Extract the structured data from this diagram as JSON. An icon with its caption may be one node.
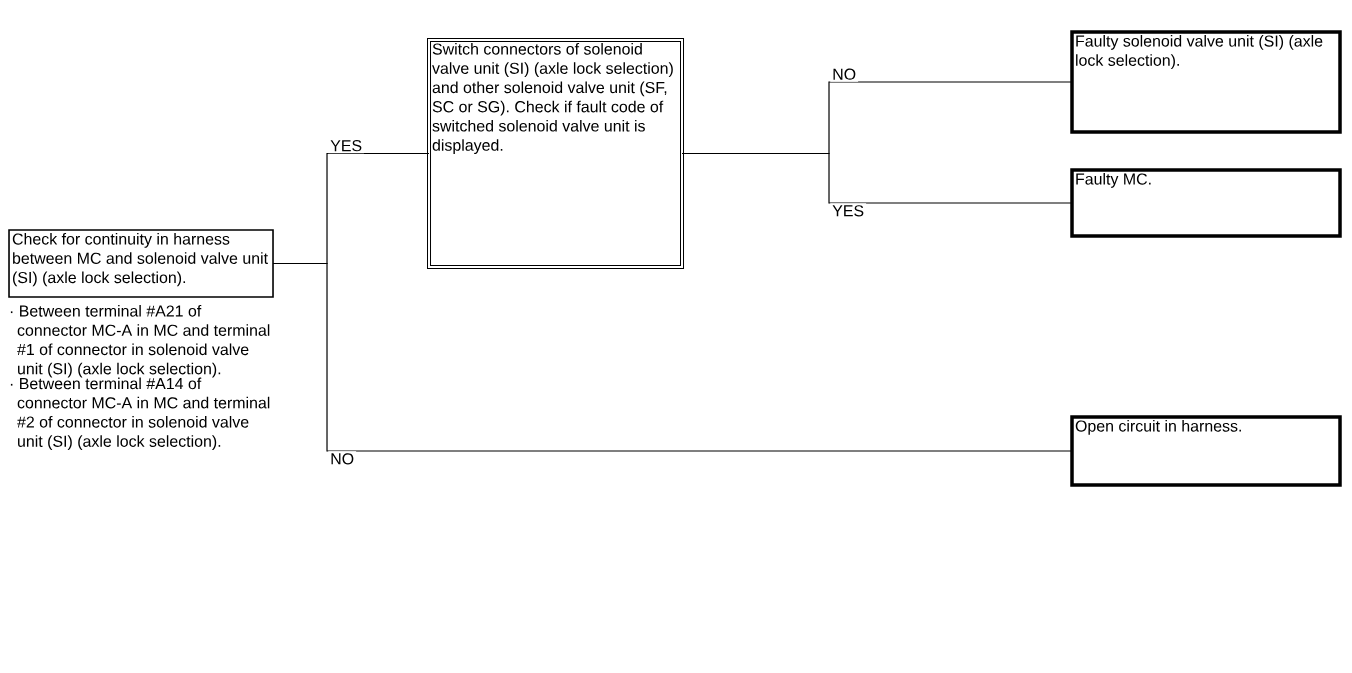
{
  "diagram": {
    "nodes": [
      {
        "text": [
          "Check for continuity in harness between MC and solenoid valve unit (SI) (axle lock selection)."
        ],
        "beside": [
          "· Between terminal #A21 of connector MC-A in MC and terminal #1 of connector in solenoid valve unit (SI) (axle lock selection).",
          "· Between terminal #A14 of connector MC-A in MC and terminal #2 of connector in solenoid valve unit (SI) (axle lock selection)."
        ]
      },
      {
        "text": [
          "Switch connectors of solenoid valve unit (SI) (axle lock selection) and other solenoid valve unit (SF, SC or SG). Check if fault code of switched solenoid valve unit is displayed."
        ]
      },
      {
        "text": [
          "Faulty solenoid valve unit (SI) (axle lock selection)."
        ]
      },
      {
        "text": [
          "Faulty MC."
        ]
      },
      {
        "text": [
          "Open circuit in harness."
        ]
      }
    ],
    "edges": [
      {
        "from": 0,
        "to": 1,
        "arrow": "none",
        "label": "YES"
      },
      {
        "from": 0,
        "to": 4,
        "arrow": "none",
        "label": "NO"
      },
      {
        "from": 1,
        "to": 2,
        "arrow": "none",
        "label": "NO"
      },
      {
        "from": 1,
        "to": 3,
        "arrow": "none",
        "label": "YES"
      }
    ]
  }
}
